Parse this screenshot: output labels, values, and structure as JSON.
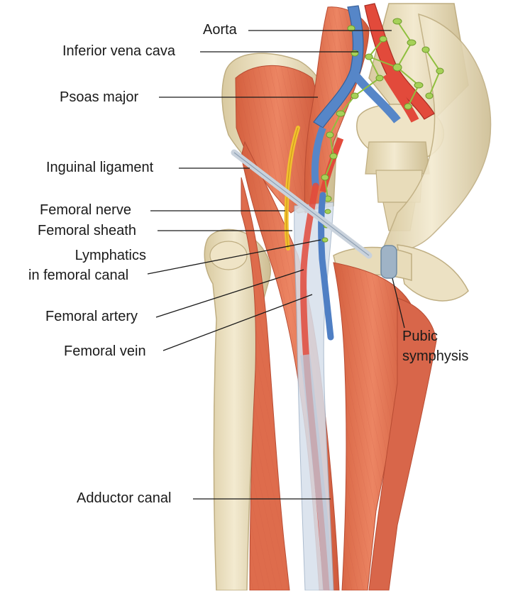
{
  "labels": {
    "aorta": "Aorta",
    "ivc": "Inferior vena cava",
    "psoas": "Psoas major",
    "inguinal": "Inguinal ligament",
    "femoral_nerve": "Femoral nerve",
    "femoral_sheath": "Femoral sheath",
    "lymphatics_line1": "Lymphatics",
    "lymphatics_line2": "in femoral canal",
    "femoral_artery": "Femoral artery",
    "femoral_vein": "Femoral vein",
    "pubic_line1": "Pubic",
    "pubic_line2": "symphysis",
    "adductor": "Adductor canal"
  },
  "colors": {
    "muscle": "#e0704f",
    "muscle_dark": "#c4553a",
    "muscle_light": "#ee9a7c",
    "bone": "#eadfc0",
    "bone_shadow": "#cdbf98",
    "artery": "#e24a3b",
    "vein": "#4f7fc4",
    "nerve": "#f2c12e",
    "lymph": "#9ccb4e",
    "ligament": "#c9d2dc",
    "fascia": "#cdd8e6"
  }
}
